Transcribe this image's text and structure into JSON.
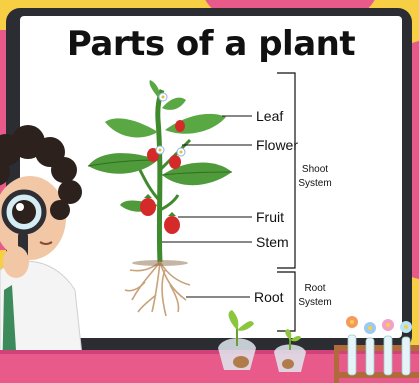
{
  "title": "Parts of a plant",
  "labels": {
    "leaf": "Leaf",
    "flower": "Flower",
    "fruit": "Fruit",
    "stem": "Stem",
    "root": "Root"
  },
  "groups": {
    "shoot_line1": "Shoot",
    "shoot_line2": "System",
    "root_line1": "Root",
    "root_line2": "System"
  },
  "colors": {
    "background": "#f6cf45",
    "accent_pink": "#e85a8a",
    "board_frame": "#2c2d33",
    "leaf_green": "#4f9a3a",
    "fruit_red": "#d42a2a"
  },
  "icons": [
    "plant-illustration",
    "scientist-with-magnifying-glass",
    "test-tubes-with-flowers",
    "seedling-pots"
  ]
}
